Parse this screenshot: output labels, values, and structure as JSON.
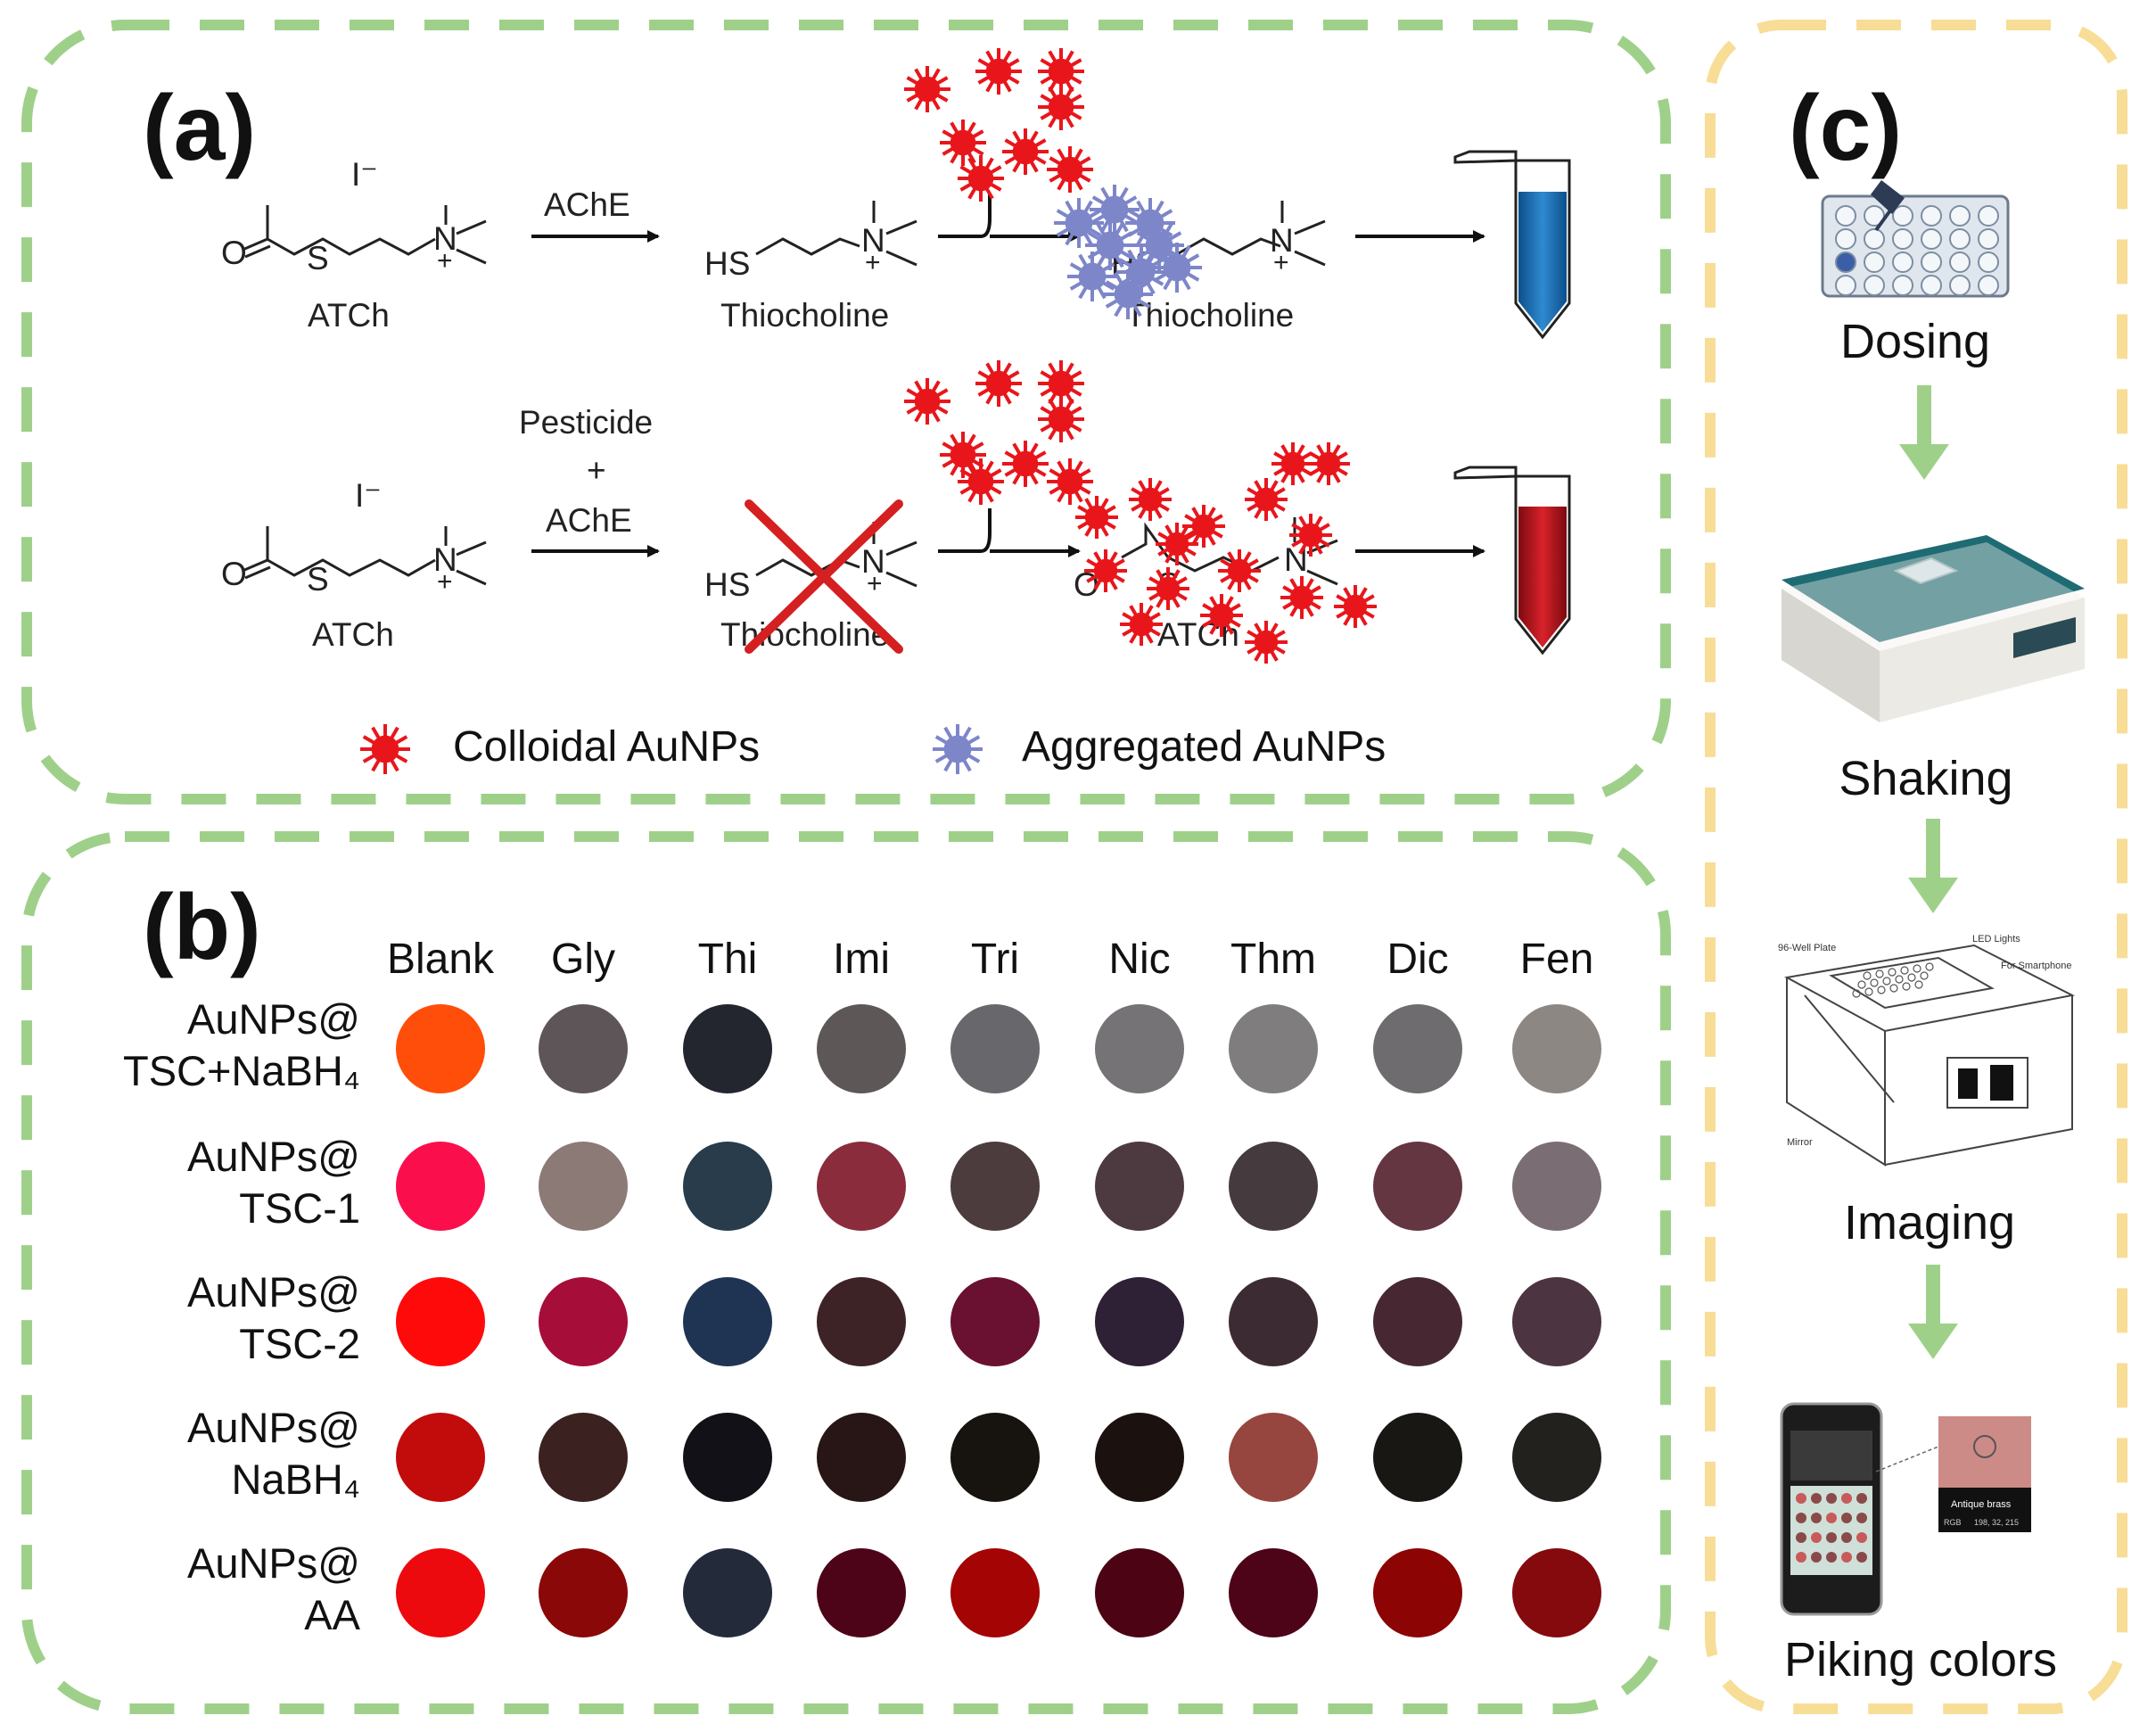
{
  "panels": {
    "a": {
      "letter": "(a)",
      "reaction1": {
        "reactant_label": "ATCh",
        "iodide": "I⁻",
        "arrow1_label": "AChE",
        "product_label": "Thiocholine",
        "complex_label": "Thiocholine"
      },
      "reaction2": {
        "reactant_label": "ATCh",
        "iodide": "I⁻",
        "arrow1_label_top": "Pesticide",
        "arrow1_label_mid": "+",
        "arrow1_label_bot": "AChE",
        "product_label": "Thiocholine",
        "complex_label": "ATCh"
      },
      "legend": {
        "colloidal": "Colloidal AuNPs",
        "aggregated": "Aggregated AuNPs"
      },
      "colors": {
        "colloidal": "#e8161b",
        "aggregated": "#7d86c9",
        "tube_blue": "#1f6fb2",
        "tube_red": "#b5121b"
      }
    },
    "b": {
      "letter": "(b)",
      "columns": [
        "Blank",
        "Gly",
        "Thi",
        "Imi",
        "Tri",
        "Nic",
        "Thm",
        "Dic",
        "Fen"
      ],
      "rows": [
        {
          "line1": "AuNPs@",
          "line2": "TSC+NaBH₄",
          "colors": [
            "#ff4d0a",
            "#5e5558",
            "#23252f",
            "#5d5758",
            "#68686c",
            "#757375",
            "#7f7d7e",
            "#6e6c6e",
            "#8c8782"
          ]
        },
        {
          "line1": "AuNPs@",
          "line2": "TSC-1",
          "colors": [
            "#fa0f4c",
            "#8c7a76",
            "#283c4b",
            "#8a2c3b",
            "#4c3c3d",
            "#4d3a41",
            "#453a3d",
            "#633642",
            "#7a6d73"
          ]
        },
        {
          "line1": "AuNPs@",
          "line2": "TSC-2",
          "colors": [
            "#ff0a0a",
            "#a60d39",
            "#1f3453",
            "#3d2226",
            "#6a1030",
            "#2e2035",
            "#3d2b33",
            "#472832",
            "#4c3440"
          ]
        },
        {
          "line1": "AuNPs@",
          "line2": "NaBH₄",
          "colors": [
            "#c20b0b",
            "#3b211f",
            "#121118",
            "#271615",
            "#17130f",
            "#1b1210",
            "#96453f",
            "#181714",
            "#22211e"
          ]
        },
        {
          "line1": "AuNPs@",
          "line2": "AA",
          "colors": [
            "#ec0a0e",
            "#8a0808",
            "#232a3a",
            "#4e0418",
            "#a40404",
            "#4c0414",
            "#4d0418",
            "#8c0404",
            "#840a0e"
          ]
        }
      ]
    },
    "c": {
      "letter": "(c)",
      "steps": [
        "Dosing",
        "Shaking",
        "Imaging",
        "Piking colors"
      ],
      "imaging_callouts": [
        "96-Well Plate",
        "LED Lights",
        "For Smartphone",
        "Mirror"
      ],
      "phone_popup": {
        "title": "Antique brass",
        "code": "RGB",
        "value": "198, 32, 215"
      }
    }
  },
  "frame_colors": {
    "green": "#9fd08a",
    "yellow": "#f7dd96"
  }
}
